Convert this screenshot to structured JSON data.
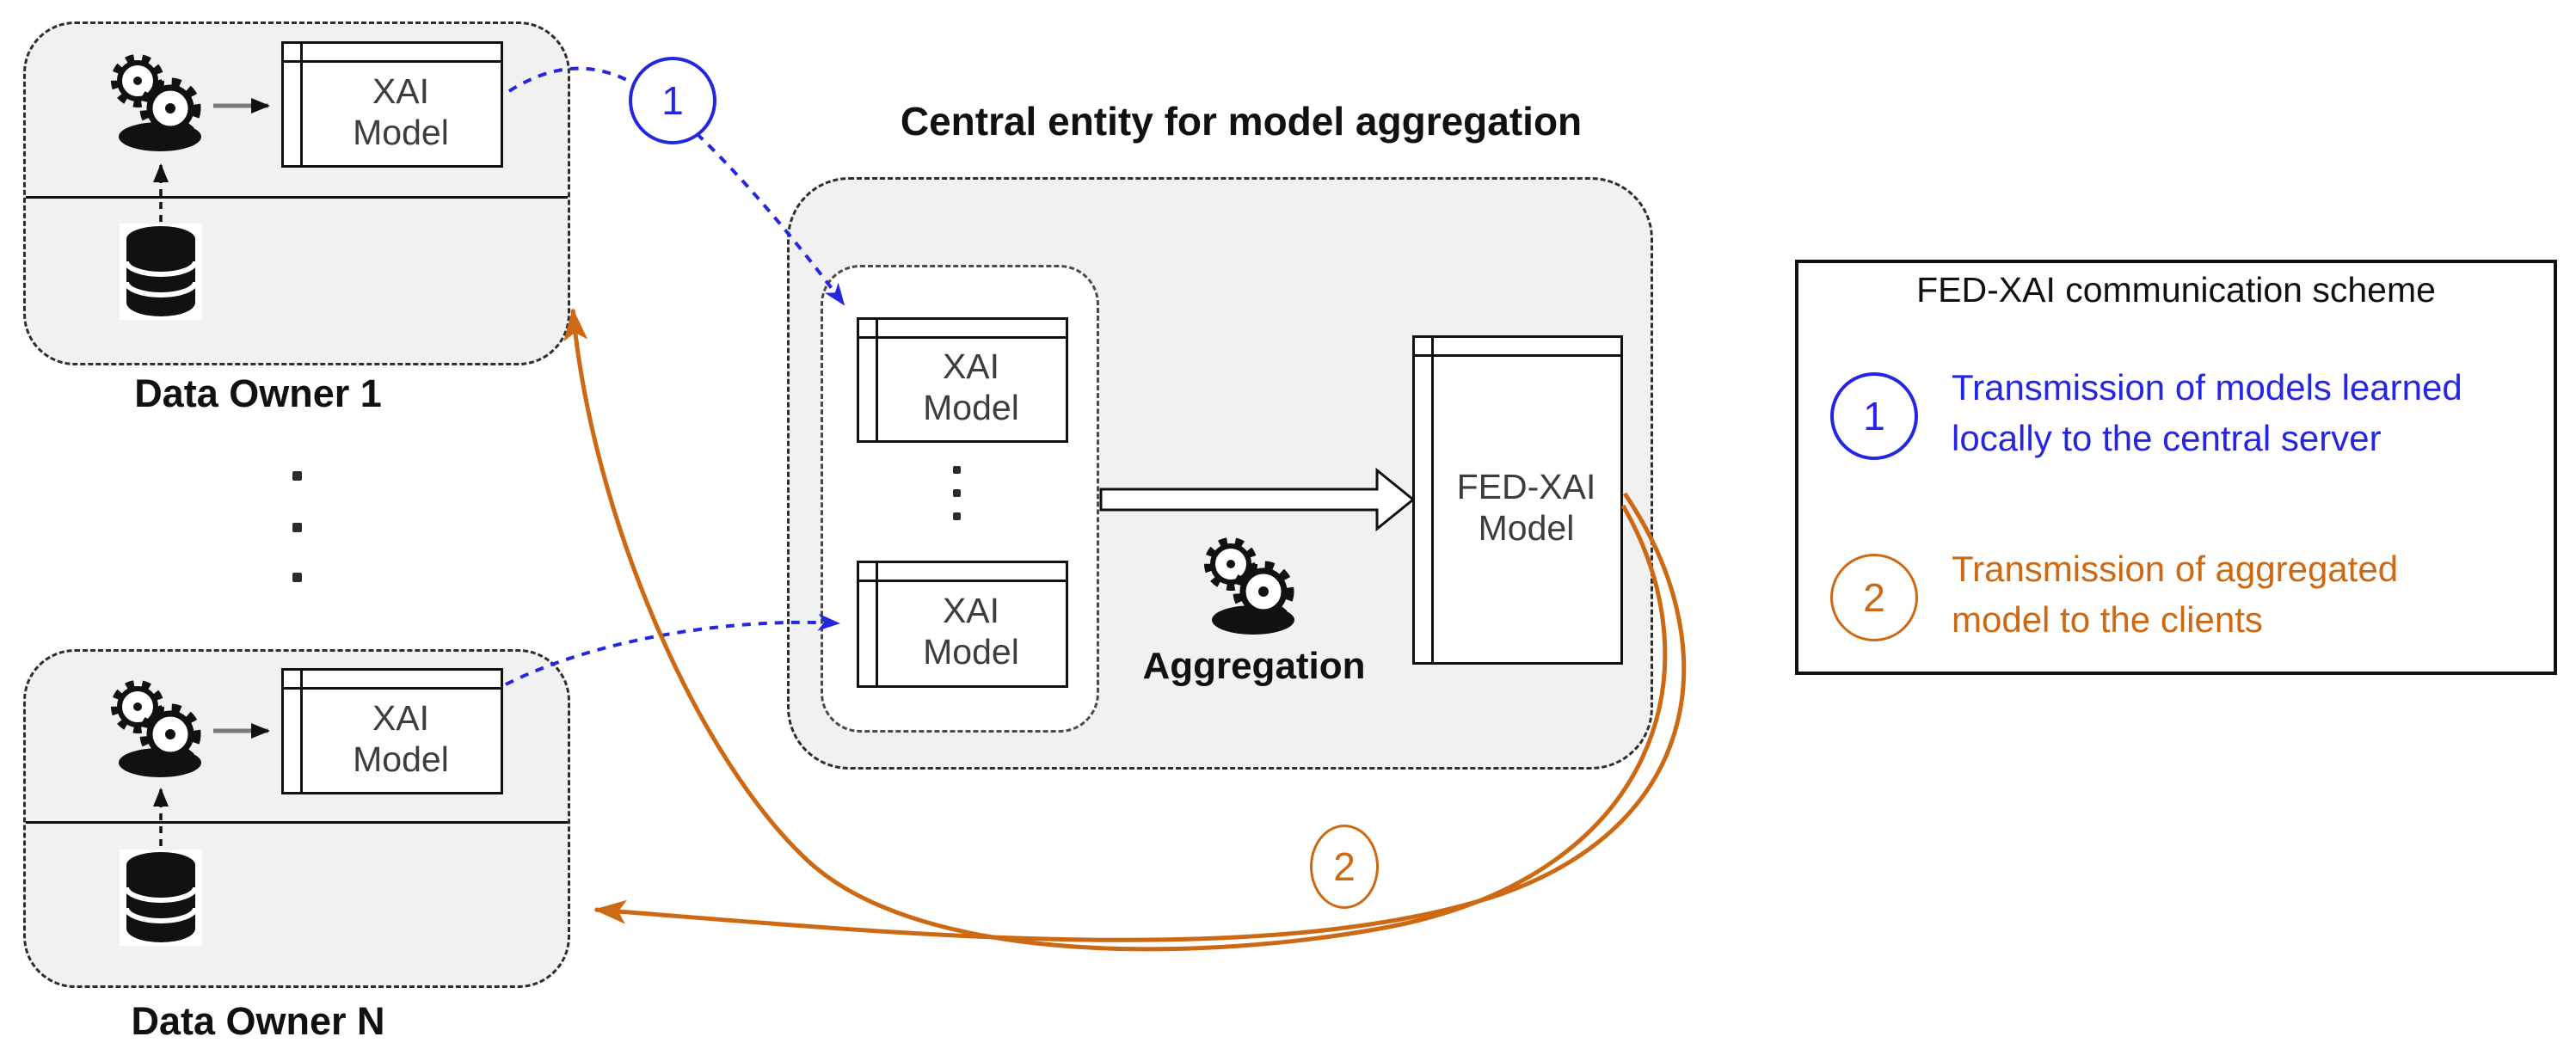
{
  "colors": {
    "blue": "#2626e0",
    "orange": "#cd6813",
    "panel_fill": "#f1f1f2"
  },
  "owners": {
    "owner1": {
      "label": "Data Owner 1"
    },
    "ownerN": {
      "label": "Data Owner N"
    }
  },
  "model_labels": {
    "xai": {
      "line1": "XAI",
      "line2": "Model"
    },
    "fed": {
      "line1": "FED-XAI",
      "line2": "Model"
    }
  },
  "central": {
    "title": "Central entity for model aggregation",
    "aggregation_label": "Aggregation"
  },
  "steps": {
    "one": "1",
    "two": "2"
  },
  "legend": {
    "title": "FED-XAI communication scheme",
    "items": [
      {
        "number": "1",
        "line1": "Transmission of models learned",
        "line2": "locally to the central server"
      },
      {
        "number": "2",
        "line1": "Transmission of aggregated",
        "line2": "model to the clients"
      }
    ]
  }
}
